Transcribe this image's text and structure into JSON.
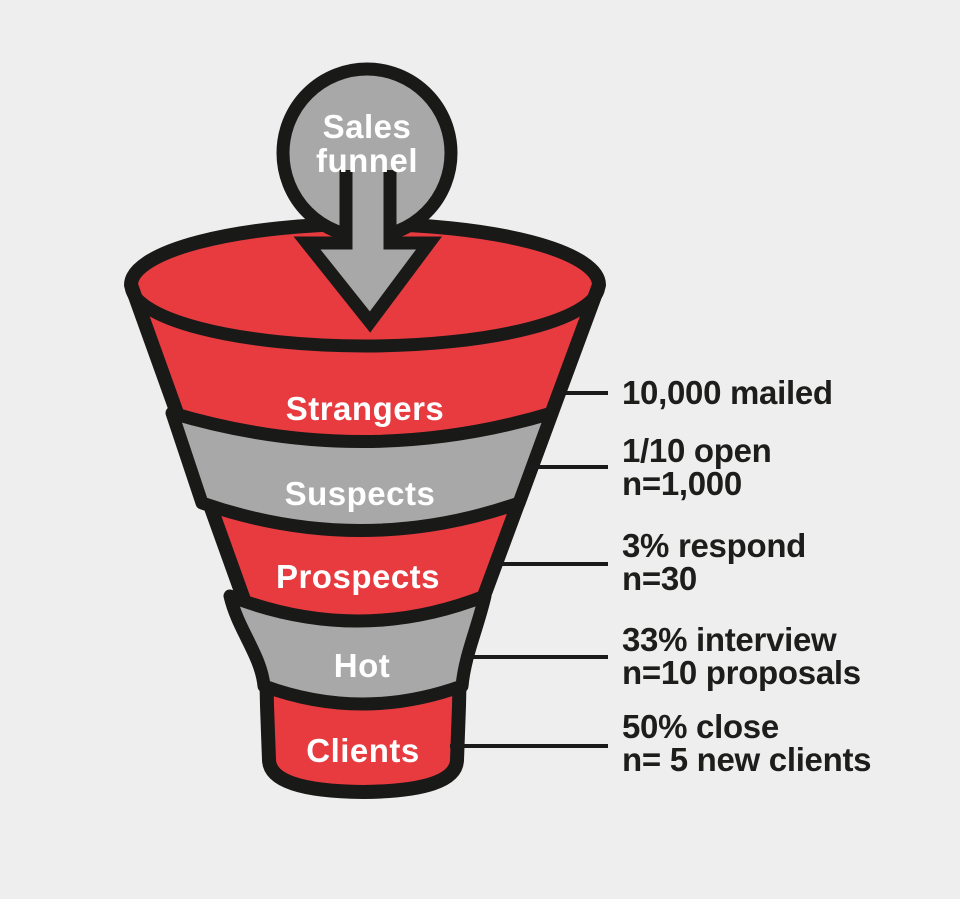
{
  "diagram": {
    "title": {
      "line1": "Sales",
      "line2": "funnel"
    },
    "stages": [
      {
        "label": "Strangers",
        "color": "red",
        "note1": "10,000 mailed",
        "note2": ""
      },
      {
        "label": "Suspects",
        "color": "gray",
        "note1": "1/10 open",
        "note2": "n=1,000"
      },
      {
        "label": "Prospects",
        "color": "red",
        "note1": "3% respond",
        "note2": "n=30"
      },
      {
        "label": "Hot",
        "color": "gray",
        "note1": "33% interview",
        "note2": "n=10 proposals"
      },
      {
        "label": "Clients",
        "color": "red",
        "note1": "50% close",
        "note2": "n= 5 new clients"
      }
    ],
    "colors": {
      "background": "#eeeeee",
      "funnel_red": "#e73b40",
      "funnel_gray": "#a9a8a8",
      "outline_black": "#191918",
      "annotation_text": "#1d1d1b",
      "stage_label_text": "#ffffff"
    }
  }
}
